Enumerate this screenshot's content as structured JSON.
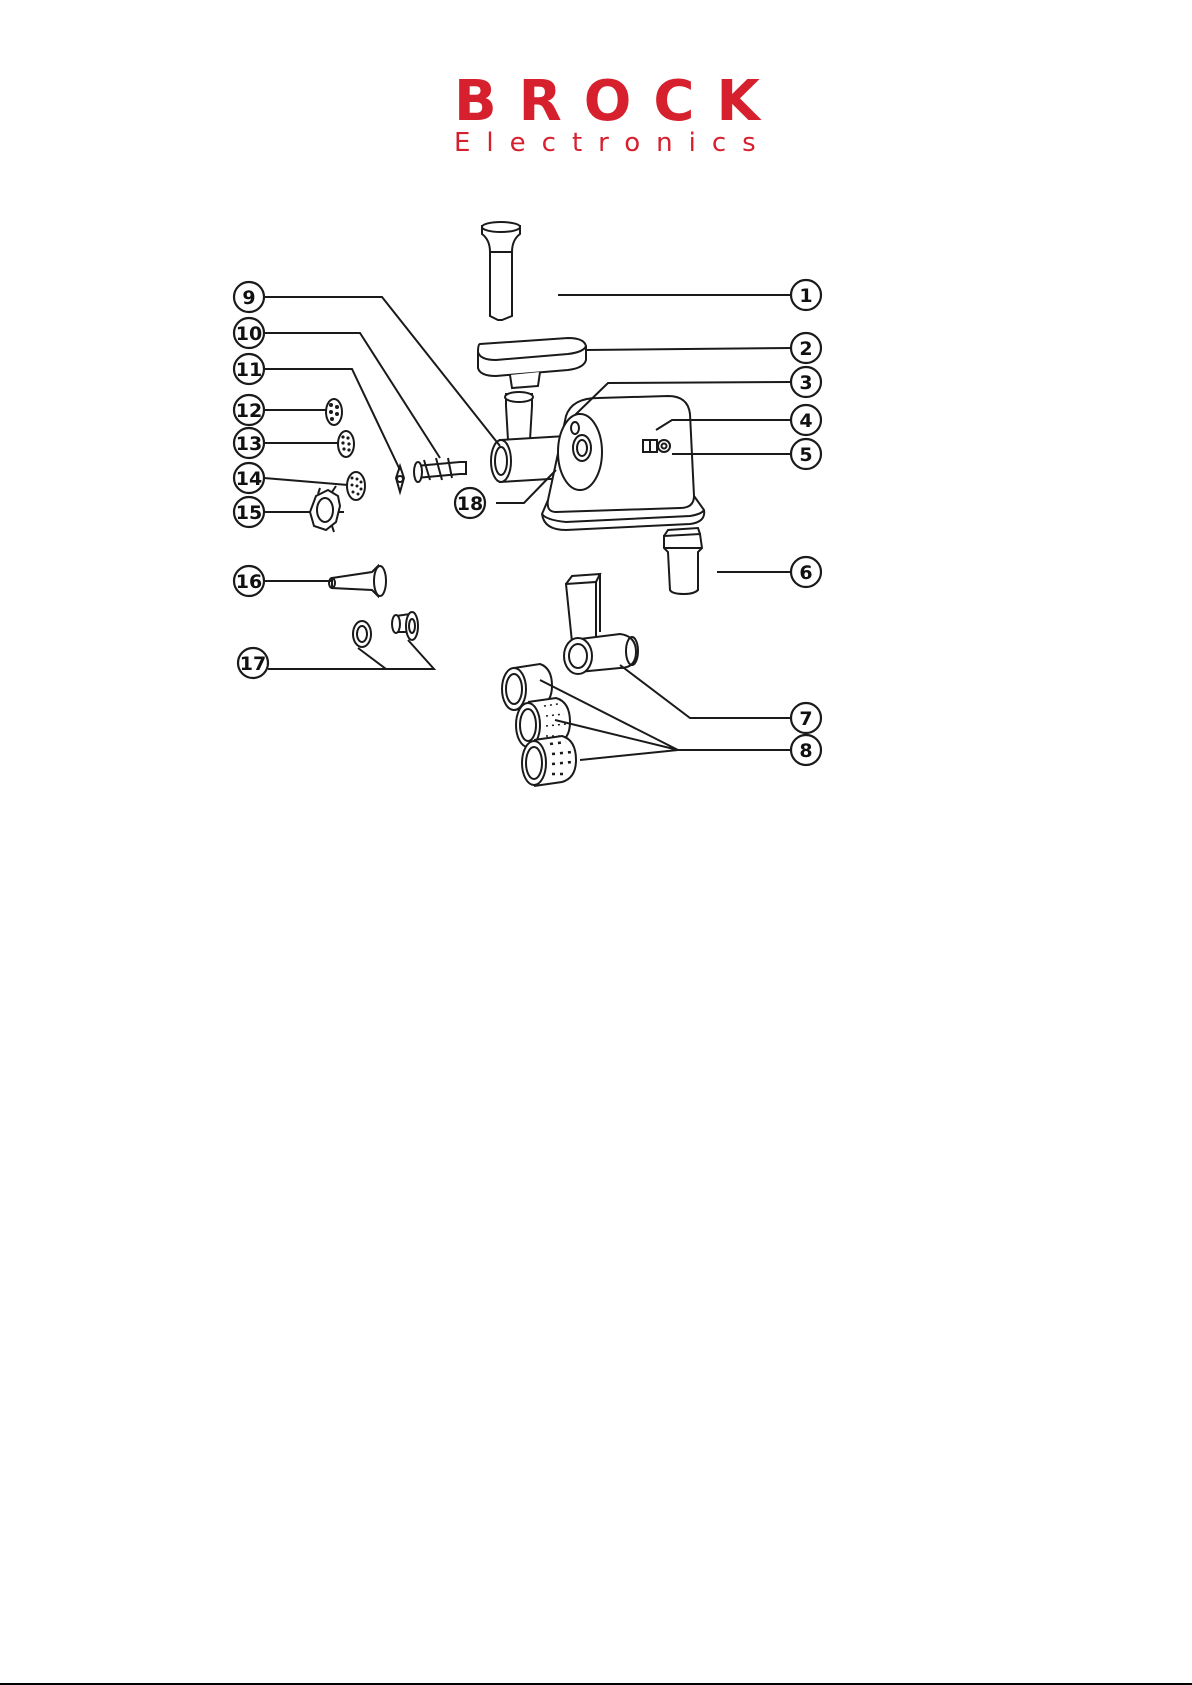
{
  "logo": {
    "brand": "BROCK",
    "subtitle": "Electronics",
    "color": "#d6202e"
  },
  "callouts": [
    {
      "id": "1",
      "label": "1"
    },
    {
      "id": "2",
      "label": "2"
    },
    {
      "id": "3",
      "label": "3"
    },
    {
      "id": "4",
      "label": "4"
    },
    {
      "id": "5",
      "label": "5"
    },
    {
      "id": "6",
      "label": "6"
    },
    {
      "id": "7",
      "label": "7"
    },
    {
      "id": "8",
      "label": "8"
    },
    {
      "id": "9",
      "label": "9"
    },
    {
      "id": "10",
      "label": "10"
    },
    {
      "id": "11",
      "label": "11"
    },
    {
      "id": "12",
      "label": "12"
    },
    {
      "id": "13",
      "label": "13"
    },
    {
      "id": "14",
      "label": "14"
    },
    {
      "id": "15",
      "label": "15"
    },
    {
      "id": "16",
      "label": "16"
    },
    {
      "id": "17",
      "label": "17"
    },
    {
      "id": "18",
      "label": "18"
    }
  ]
}
